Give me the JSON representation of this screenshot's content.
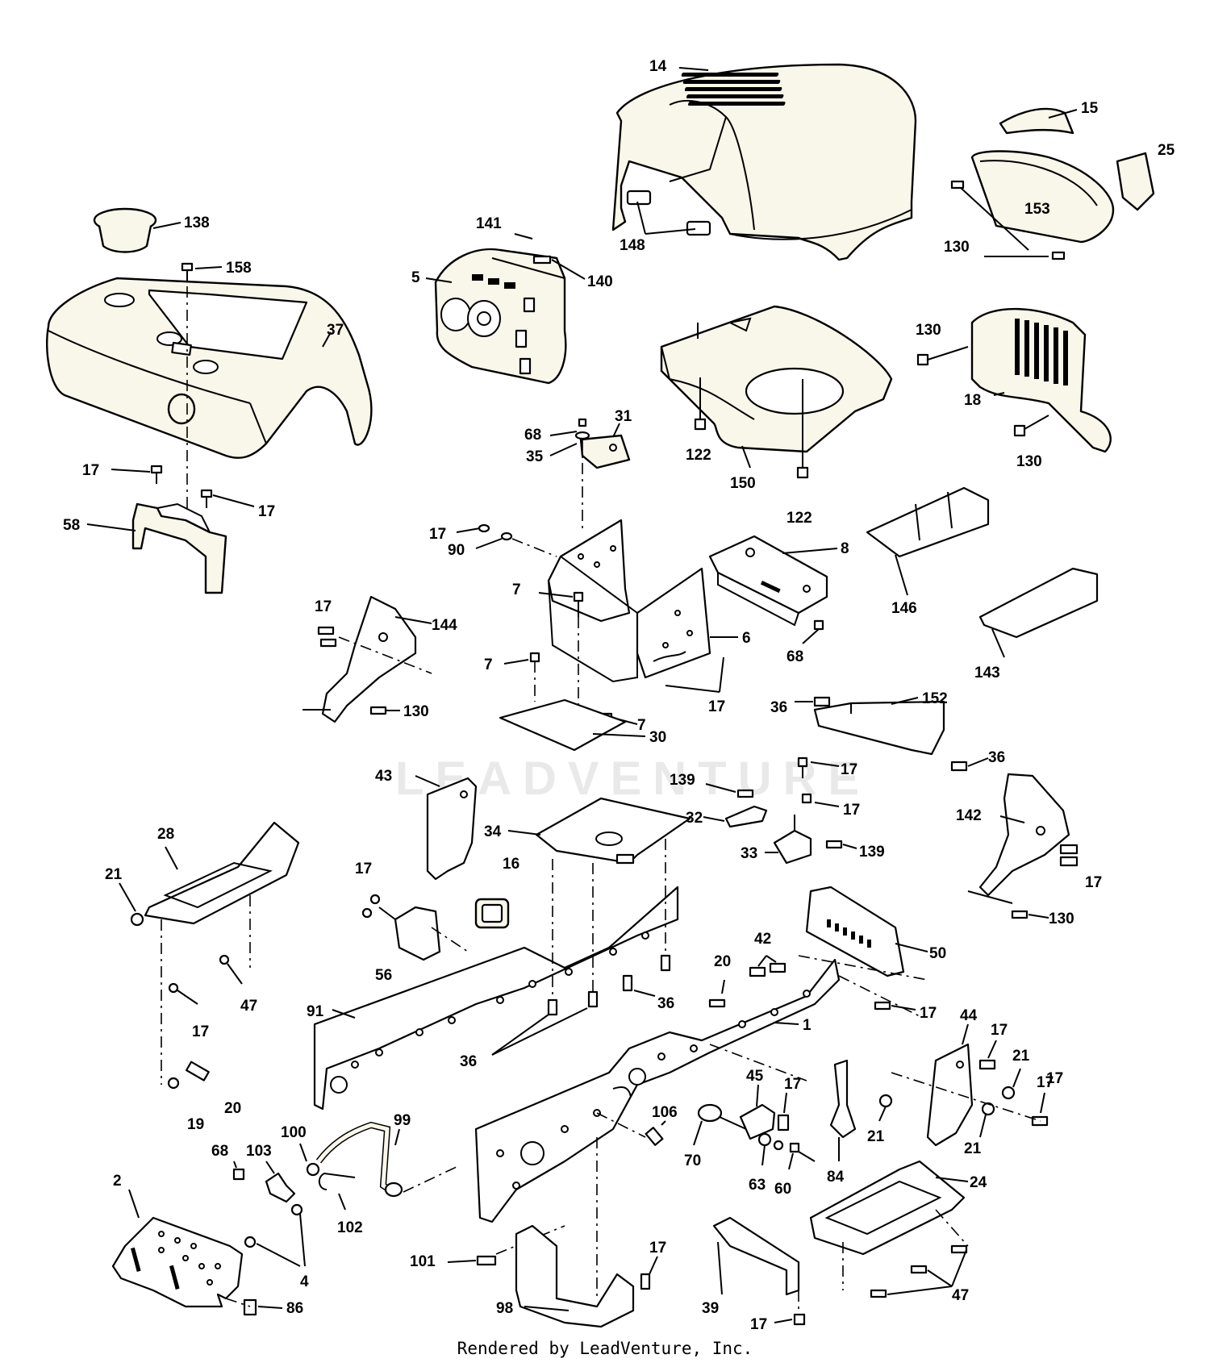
{
  "watermark": "LEADVENTURE",
  "footer": "Rendered by LeadVenture, Inc.",
  "labels": {
    "p1": "1",
    "p2": "2",
    "p4": "4",
    "p5": "5",
    "p6": "6",
    "p7a": "7",
    "p7b": "7",
    "p7c": "7",
    "p8": "8",
    "p14": "14",
    "p15": "15",
    "p16": "16",
    "p17a": "17",
    "p17b": "17",
    "p17c": "17",
    "p17d": "17",
    "p17e": "17",
    "p17f": "17",
    "p17g": "17",
    "p17h": "17",
    "p17i": "17",
    "p17j": "17",
    "p17k": "17",
    "p17l": "17",
    "p17m": "17",
    "p17n": "17",
    "p17o": "17",
    "p17p": "17",
    "p17q": "17",
    "p18": "18",
    "p19": "19",
    "p20a": "20",
    "p20b": "20",
    "p21a": "21",
    "p21b": "21",
    "p21c": "21",
    "p21d": "21",
    "p24": "24",
    "p25": "25",
    "p28": "28",
    "p30": "30",
    "p31": "31",
    "p32": "32",
    "p33": "33",
    "p34": "34",
    "p35": "35",
    "p36a": "36",
    "p36b": "36",
    "p36c": "36",
    "p36d": "36",
    "p37": "37",
    "p39": "39",
    "p42": "42",
    "p43": "43",
    "p44": "44",
    "p45": "45",
    "p47a": "47",
    "p47b": "47",
    "p50": "50",
    "p56": "56",
    "p58": "58",
    "p60": "60",
    "p63": "63",
    "p68a": "68",
    "p68b": "68",
    "p68c": "68",
    "p70": "70",
    "p84": "84",
    "p86": "86",
    "p90": "90",
    "p91": "91",
    "p98": "98",
    "p99": "99",
    "p100": "100",
    "p101": "101",
    "p102": "102",
    "p103": "103",
    "p106": "106",
    "p122a": "122",
    "p122b": "122",
    "p130a": "130",
    "p130b": "130",
    "p130c": "130",
    "p130d": "130",
    "p130e": "130",
    "p138": "138",
    "p139a": "139",
    "p139b": "139",
    "p140": "140",
    "p141": "141",
    "p142": "142",
    "p143": "143",
    "p144": "144",
    "p146": "146",
    "p148": "148",
    "p150": "150",
    "p152": "152",
    "p153": "153",
    "p158": "158"
  }
}
